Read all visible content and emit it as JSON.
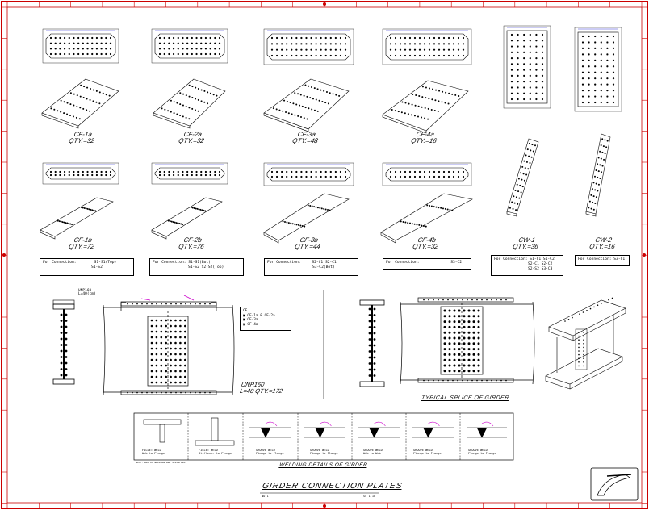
{
  "plates_top": [
    {
      "name": "CF-1a",
      "qty": "QTY.=32"
    },
    {
      "name": "CF-2a",
      "qty": "QTY.=32"
    },
    {
      "name": "CF-3a",
      "qty": "QTY.=48"
    },
    {
      "name": "CF-4a",
      "qty": "QTY.=16"
    }
  ],
  "plates_mid": [
    {
      "name": "CF-1b",
      "qty": "QTY.=72"
    },
    {
      "name": "CF-2b",
      "qty": "QTY.=76"
    },
    {
      "name": "CF-3b",
      "qty": "QTY.=44"
    },
    {
      "name": "CF-4b",
      "qty": "QTY.=32"
    },
    {
      "name": "CW-1",
      "qty": "QTY.=36"
    },
    {
      "name": "CW-2",
      "qty": "QTY.=16"
    }
  ],
  "connections": [
    {
      "label": "For Connection:",
      "lines": [
        "S1-S1(Top)",
        "S1-S2"
      ]
    },
    {
      "label": "For Connection:",
      "lines": [
        "S1-S1(Bot)",
        "S1-S2   S2-S2(Top)"
      ]
    },
    {
      "label": "For Connection:",
      "lines": [
        "S2-C1   S2-C1",
        "S3-C2(Bot)"
      ]
    },
    {
      "label": "For Connection:",
      "lines": [
        "S3-C2"
      ]
    },
    {
      "label": "For Connection:",
      "lines": [
        "S1-C1   S1-C2",
        "S2-C1   S2-C2",
        "S2-S2   S3-C3"
      ]
    },
    {
      "label": "For Connection:",
      "lines": [
        "S3-C1"
      ]
    }
  ],
  "splice": {
    "section_label": "UNP160",
    "section_len": "L=40(cm)",
    "unp_label": "UNP160",
    "unp_detail": "L=40      QTY.=172",
    "legend_title": "CF",
    "legend": [
      "CF-1a & CF-2a",
      "CF-3a",
      "CF-4a"
    ]
  },
  "typical_caption": "TYPICAL SPLICE OF GIRDER",
  "welding_caption": "WELDING DETAILS OF GIRDER",
  "welding_note": "NOTE: ALL OF WELDING ARE SPECIFIED",
  "weld_boxes": [
    {
      "l1": "FILLET WELD",
      "l2": "Web to Flange"
    },
    {
      "l1": "FILLET WELD",
      "l2": "Stiffener to Flange"
    },
    {
      "l1": "GROOVE WELD",
      "l2": "Flange to Flange"
    },
    {
      "l1": "GROOVE WELD",
      "l2": "Flange to Flange"
    },
    {
      "l1": "GROOVE WELD",
      "l2": "Web to Web"
    },
    {
      "l1": "GROOVE WELD",
      "l2": "Flange to Flange"
    },
    {
      "l1": "GROOVE WELD",
      "l2": "Flange to Flange"
    }
  ],
  "title": "GIRDER CONNECTION PLATES",
  "scale_left": "NO-1",
  "scale_right": "Sc 1:10",
  "colors": {
    "frame": "#cc0000",
    "line": "#000000",
    "dim": "#0000cc",
    "mag": "#cc00cc"
  }
}
